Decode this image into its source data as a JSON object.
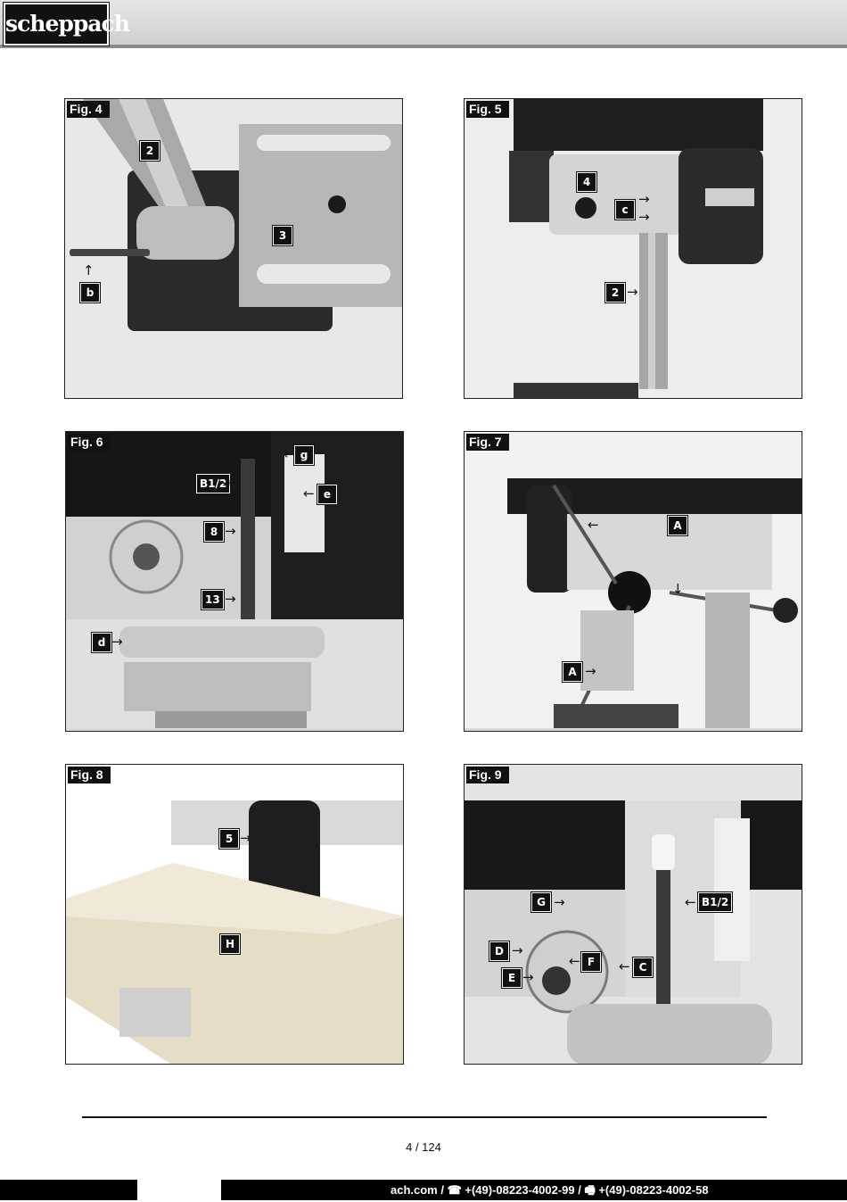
{
  "brand": {
    "logo_text": "scheppach"
  },
  "figures": [
    {
      "title": "Fig. 4",
      "labels": [
        "2",
        "3",
        "b"
      ]
    },
    {
      "title": "Fig. 5",
      "labels": [
        "4",
        "c",
        "2"
      ]
    },
    {
      "title": "Fig. 6",
      "labels": [
        "g",
        "B1/2",
        "e",
        "8",
        "13",
        "d"
      ]
    },
    {
      "title": "Fig. 7",
      "labels": [
        "A",
        "A"
      ]
    },
    {
      "title": "Fig. 8",
      "labels": [
        "5",
        "H"
      ]
    },
    {
      "title": "Fig. 9",
      "labels": [
        "G",
        "B1/2",
        "D",
        "F",
        "C",
        "E"
      ]
    }
  ],
  "footer": {
    "page": "4 / 124",
    "contact": "ach.com / ☎ +(49)-08223-4002-99 / 🖷 +(49)-08223-4002-58"
  }
}
